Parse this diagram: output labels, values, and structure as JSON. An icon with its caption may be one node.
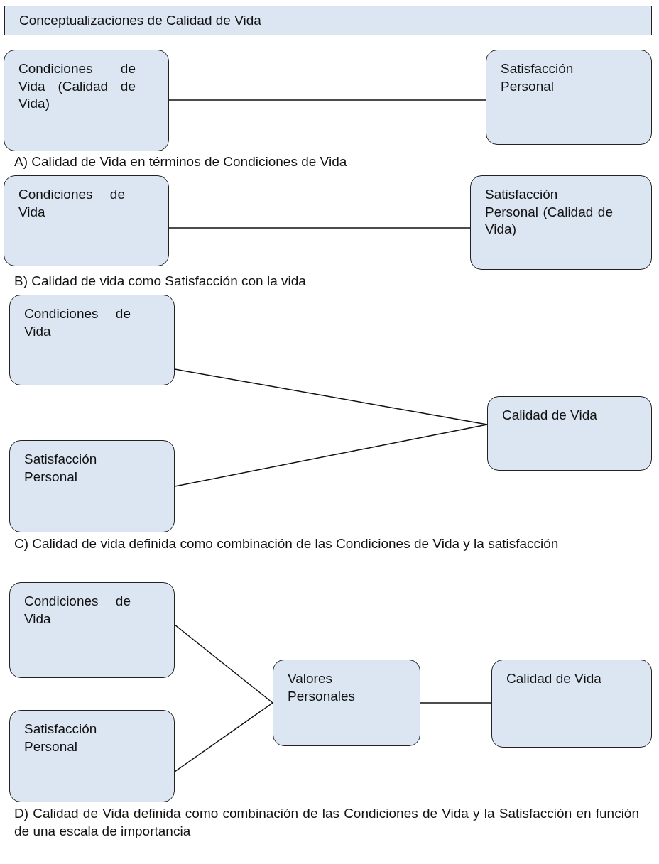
{
  "diagram": {
    "title": "Conceptualizaciones de Calidad de Vida",
    "nodes": [
      {
        "text": [
          "Condiciones de Vida (Calidad de Vida)"
        ]
      },
      {
        "text": [
          "Satisfacción Personal"
        ]
      },
      {
        "text": [
          "Condiciones de Vida"
        ]
      },
      {
        "text": [
          "Satisfacción Personal (Calidad de Vida)"
        ]
      },
      {
        "text": [
          "Condiciones de Vida"
        ]
      },
      {
        "text": [
          "Satisfacción Personal"
        ]
      },
      {
        "text": [
          "Calidad de Vida"
        ]
      },
      {
        "text": [
          "Condiciones de Vida"
        ]
      },
      {
        "text": [
          "Satisfacción Personal"
        ]
      },
      {
        "text": [
          "Valores Personales"
        ]
      },
      {
        "text": [
          "Calidad de Vida"
        ]
      }
    ],
    "edges": [
      {
        "from": 0,
        "to": 1,
        "arrow": "none"
      },
      {
        "from": 2,
        "to": 3,
        "arrow": "none"
      },
      {
        "from": 4,
        "to": 6,
        "arrow": "none"
      },
      {
        "from": 5,
        "to": 6,
        "arrow": "none"
      },
      {
        "from": 7,
        "to": 9,
        "arrow": "none"
      },
      {
        "from": 8,
        "to": 9,
        "arrow": "none"
      },
      {
        "from": 9,
        "to": 10,
        "arrow": "none"
      }
    ],
    "labels": [
      "A) Calidad de Vida en términos de Condiciones de Vida",
      "B) Calidad de vida como Satisfacción con la vida",
      "C) Calidad de vida definida como combinación de las Condiciones de Vida y la satisfacción",
      "D) Calidad de Vida definida como combinación de las Condiciones de Vida y la Satisfacción en función de una escala de importancia"
    ]
  }
}
